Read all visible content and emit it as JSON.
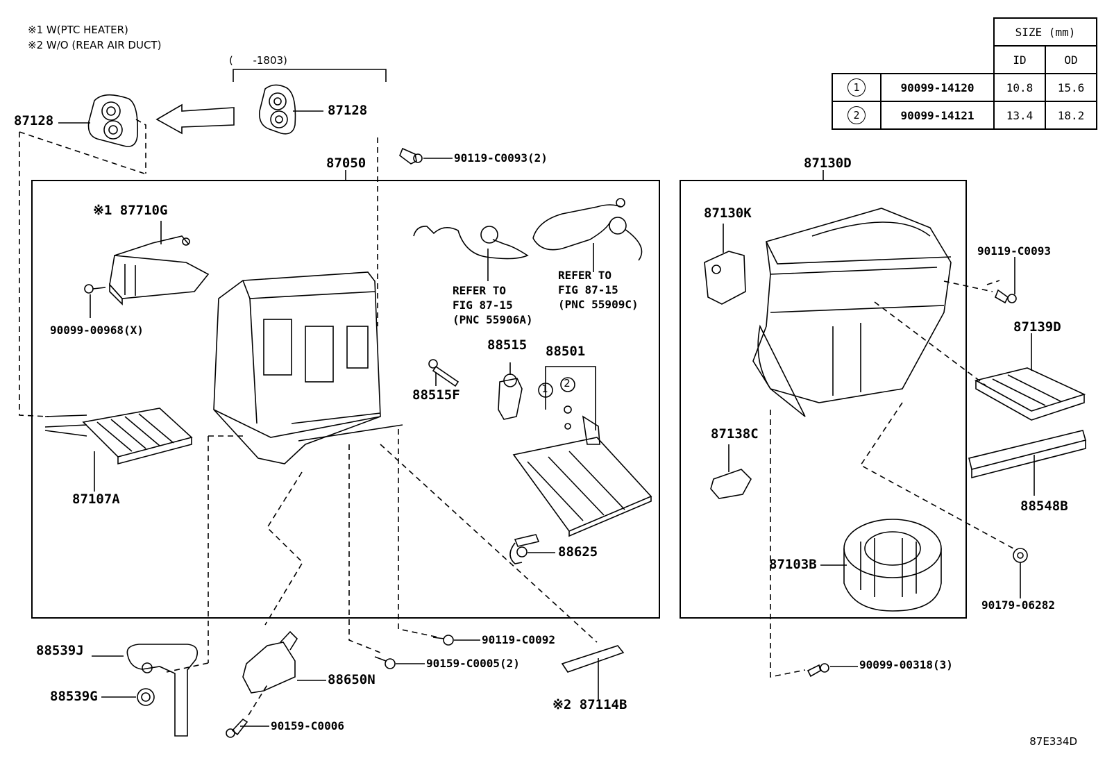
{
  "notes": [
    "※1 W(PTC HEATER)",
    "※2 W/O (REAR AIR DUCT)"
  ],
  "range_label": "(      -1803)",
  "size_table": {
    "header": "SIZE (mm)",
    "col_id": "ID",
    "col_od": "OD",
    "rows": [
      {
        "mark": "1",
        "part": "90099-14120",
        "id": "10.8",
        "od": "15.6"
      },
      {
        "mark": "2",
        "part": "90099-14121",
        "id": "13.4",
        "od": "18.2"
      }
    ]
  },
  "labels": {
    "p87128_left": "87128",
    "p87128_right": "87128",
    "p90119_c0093_2": "90119-C0093(2)",
    "p87050": "87050",
    "p87710g": "※1 87710G",
    "p90099_00968": "90099-00968(X)",
    "p87107a": "87107A",
    "p88515": "88515",
    "p88515f": "88515F",
    "p88501": "88501",
    "p88625": "88625",
    "p88539j": "88539J",
    "p88539g": "88539G",
    "p88650n": "88650N",
    "p90159_c0006": "90159-C0006",
    "p90159_c0005_2": "90159-C0005(2)",
    "p90119_c0092": "90119-C0092",
    "p87114b": "※2 87114B",
    "p87130d": "87130D",
    "p87130k": "87130K",
    "p90119_c0093": "90119-C0093",
    "p87139d": "87139D",
    "p87138c": "87138C",
    "p88548b": "88548B",
    "p87103b": "87103B",
    "p90179_06282": "90179-06282",
    "p90099_00318_3": "90099-00318(3)",
    "circle_1": "1",
    "circle_2": "2"
  },
  "refer_a": "REFER TO\nFIG 87-15\n(PNC 55906A)",
  "refer_c": "REFER TO\nFIG 87-15\n(PNC 55909C)",
  "figure_code": "87E334D"
}
